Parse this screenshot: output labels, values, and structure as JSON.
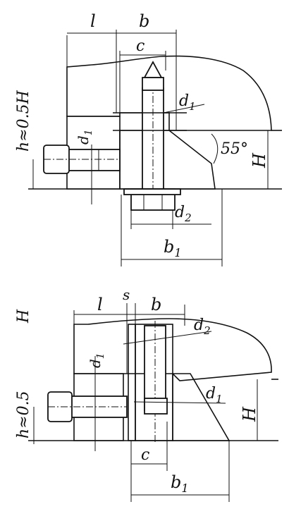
{
  "top_figure": {
    "label_l": "l",
    "label_b": "b",
    "label_c": "c",
    "label_d1_right": "d",
    "label_d1_right_sub": "1",
    "label_d1_left": "d",
    "label_d1_left_sub": "1",
    "label_angle": "55°",
    "label_H": "H",
    "label_h": "h≈0.5H",
    "label_d2": "d",
    "label_d2_sub": "2",
    "label_b1": "b",
    "label_b1_sub": "1"
  },
  "bottom_figure": {
    "label_l": "l",
    "label_s": "s",
    "label_b": "b",
    "label_d2": "d",
    "label_d2_sub": "2",
    "label_d1_left": "d",
    "label_d1_left_sub": "1",
    "label_d1_right": "d",
    "label_d1_right_sub": "1",
    "label_H": "H",
    "label_h": "h≈0.5",
    "label_h_H": "H",
    "label_c": "c",
    "label_b1": "b",
    "label_b1_sub": "1"
  }
}
